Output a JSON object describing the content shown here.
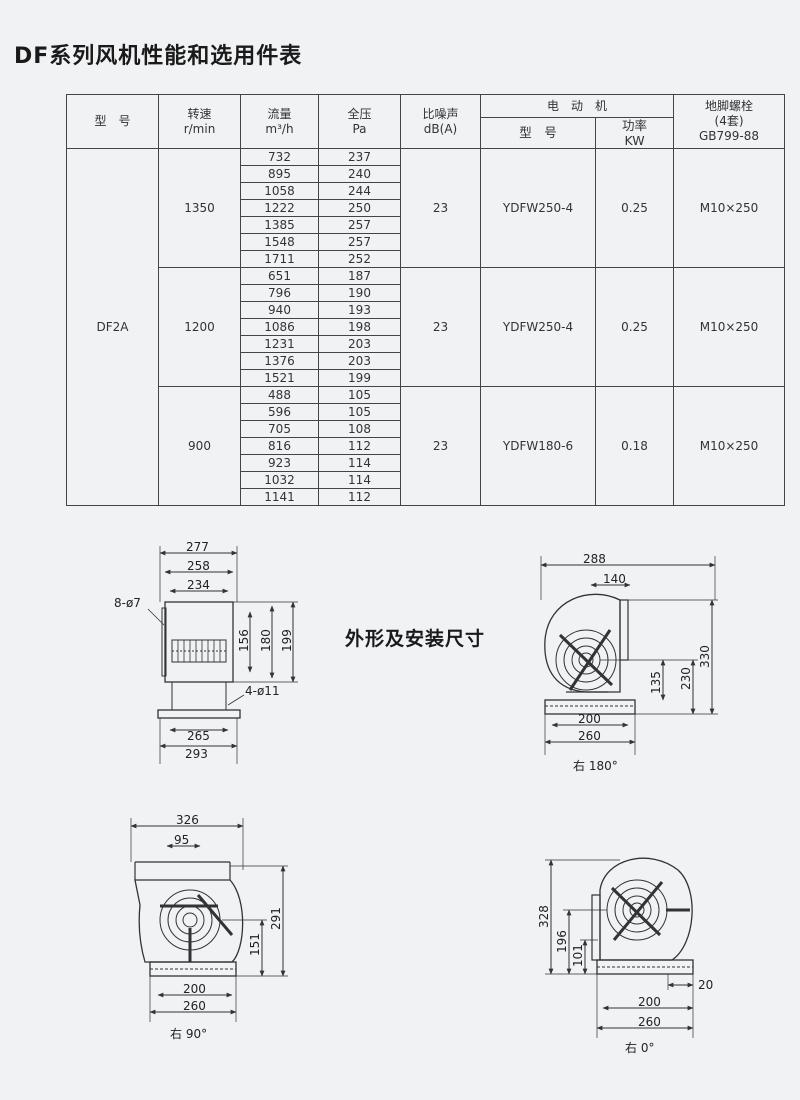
{
  "title": "DF系列风机性能和选用件表",
  "section_title": "外形及安装尺寸",
  "headers": {
    "model": "型　号",
    "speed": "转速",
    "speed_unit": "r/min",
    "flow": "流量",
    "flow_unit": "m³/h",
    "pressure": "全压",
    "pressure_unit": "Pa",
    "noise": "比噪声",
    "noise_unit": "dB(A)",
    "motor": "电　动　机",
    "motor_model": "型　号",
    "power": "功率",
    "power_unit": "KW",
    "bolt": "地脚螺栓",
    "bolt_qty": "(4套)",
    "bolt_std": "GB799-88"
  },
  "model": "DF2A",
  "groups": [
    {
      "speed": "1350",
      "noise": "23",
      "motor": "YDFW250-4",
      "power": "0.25",
      "bolt": "M10×250",
      "rows": [
        [
          "732",
          "237"
        ],
        [
          "895",
          "240"
        ],
        [
          "1058",
          "244"
        ],
        [
          "1222",
          "250"
        ],
        [
          "1385",
          "257"
        ],
        [
          "1548",
          "257"
        ],
        [
          "1711",
          "252"
        ]
      ]
    },
    {
      "speed": "1200",
      "noise": "23",
      "motor": "YDFW250-4",
      "power": "0.25",
      "bolt": "M10×250",
      "rows": [
        [
          "651",
          "187"
        ],
        [
          "796",
          "190"
        ],
        [
          "940",
          "193"
        ],
        [
          "1086",
          "198"
        ],
        [
          "1231",
          "203"
        ],
        [
          "1376",
          "203"
        ],
        [
          "1521",
          "199"
        ]
      ]
    },
    {
      "speed": "900",
      "noise": "23",
      "motor": "YDFW180-6",
      "power": "0.18",
      "bolt": "M10×250",
      "rows": [
        [
          "488",
          "105"
        ],
        [
          "596",
          "105"
        ],
        [
          "705",
          "108"
        ],
        [
          "816",
          "112"
        ],
        [
          "923",
          "114"
        ],
        [
          "1032",
          "114"
        ],
        [
          "1141",
          "112"
        ]
      ]
    }
  ],
  "drawings": {
    "front": {
      "d277": "277",
      "d258": "258",
      "d234": "234",
      "holes_top": "8-ø7",
      "d156": "156",
      "d180": "180",
      "d199": "199",
      "holes_base": "4-ø11",
      "d265": "265",
      "d293": "293"
    },
    "r180": {
      "d288": "288",
      "d140": "140",
      "d330": "330",
      "d230": "230",
      "d135": "135",
      "d200": "200",
      "d260": "260",
      "caption": "右 180°"
    },
    "r90": {
      "d326": "326",
      "d95": "95",
      "d291": "291",
      "d151": "151",
      "d200": "200",
      "d260": "260",
      "caption": "右 90°"
    },
    "r0": {
      "d328": "328",
      "d196": "196",
      "d101": "101",
      "d20": "20",
      "d200": "200",
      "d260": "260",
      "caption": "右 0°"
    }
  }
}
